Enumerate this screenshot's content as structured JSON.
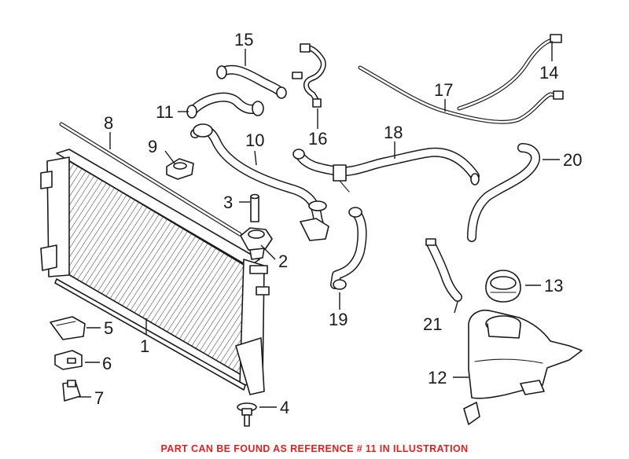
{
  "callouts": {
    "c1": "1",
    "c2": "2",
    "c3": "3",
    "c4": "4",
    "c5": "5",
    "c6": "6",
    "c7": "7",
    "c8": "8",
    "c9": "9",
    "c10": "10",
    "c11": "11",
    "c12": "12",
    "c13": "13",
    "c14": "14",
    "c15": "15",
    "c16": "16",
    "c17": "17",
    "c18": "18",
    "c19": "19",
    "c20": "20",
    "c21": "21"
  },
  "caption": "PART CAN BE FOUND AS REFERENCE # 11 IN ILLUSTRATION",
  "colors": {
    "caption": "#e02020",
    "line_art": "#1a1a1a",
    "background": "#ffffff"
  }
}
